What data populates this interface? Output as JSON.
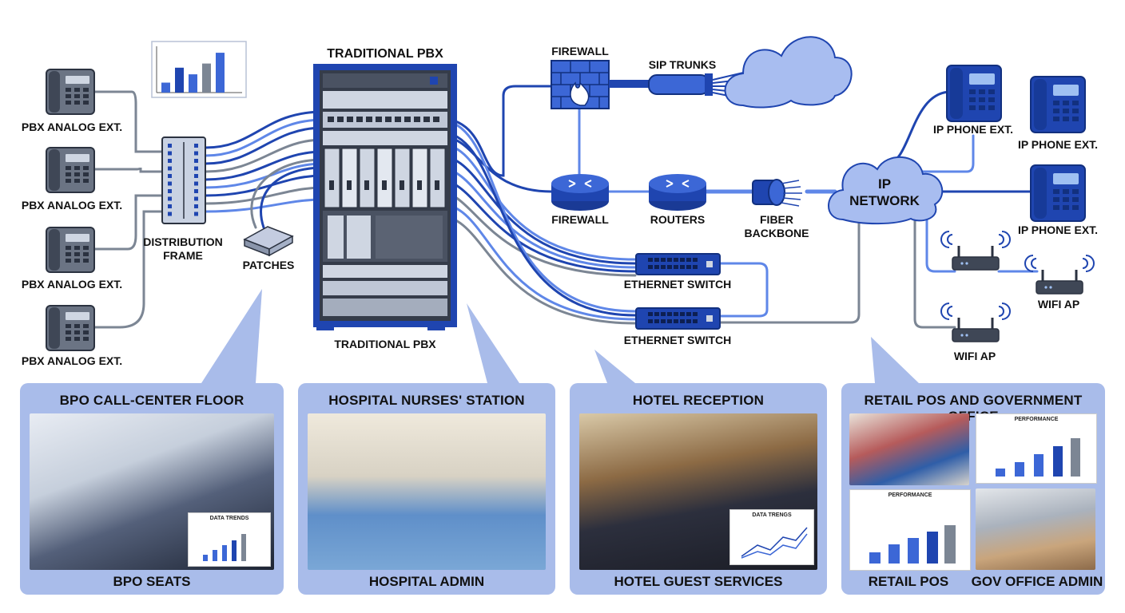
{
  "labels": {
    "pbx_analog_ext": "PBX ANALOG EXT.",
    "distribution_frame_1": "DISTRIBUTION",
    "distribution_frame_2": "FRAME",
    "patches": "PATCHES",
    "traditional_pbx_top": "TRADITIONAL PBX",
    "traditional_pbx_bottom": "TRADITIONAL PBX",
    "firewall_top": "FIREWALL",
    "sip_trunks": "SIP TRUNKS",
    "firewall_mid": "FIREWALL",
    "routers": "ROUTERS",
    "fiber_1": "FIBER",
    "fiber_2": "BACKBONE",
    "ip_1": "IP",
    "ip_2": "NETWORK",
    "ethernet_switch_1": "ETHERNET SWITCH",
    "ethernet_switch_2": "ETHERNET SWITCH",
    "ip_phone_ext_1": "IP PHONE EXT.",
    "ip_phone_ext_2": "IP PHONE EXT.",
    "ip_phone_ext_3": "IP PHONE EXT.",
    "wifi_ap_1": "WIFI AP",
    "wifi_ap_2": "WIFI AP"
  },
  "top_chart_values": [
    12,
    30,
    22,
    35,
    48
  ],
  "panels": [
    {
      "title": "BPO CALL-CENTER FLOOR",
      "footer": "BPO SEATS",
      "chart_title": "DATA TRENDS"
    },
    {
      "title": "HOSPITAL NURSES' STATION",
      "footer": "HOSPITAL ADMIN"
    },
    {
      "title": "HOTEL RECEPTION",
      "footer": "HOTEL GUEST SERVICES",
      "chart_title": "DATA TRENGS"
    },
    {
      "title": "RETAIL POS AND GOVERNMENT OFFICE",
      "footer_left": "RETAIL POS",
      "footer_right": "GOV OFFICE ADMIN",
      "chart_title_1": "PERFORMANCE",
      "chart_title_2": "PERFORMANCE"
    }
  ],
  "colors": {
    "accent": "#1f45b0",
    "cable_light": "#5f87e8",
    "cable_grey": "#7c8694",
    "panel_bg": "#a9bcea",
    "cloud": "#a8bdf0",
    "equipment_dark": "#2b3240"
  }
}
